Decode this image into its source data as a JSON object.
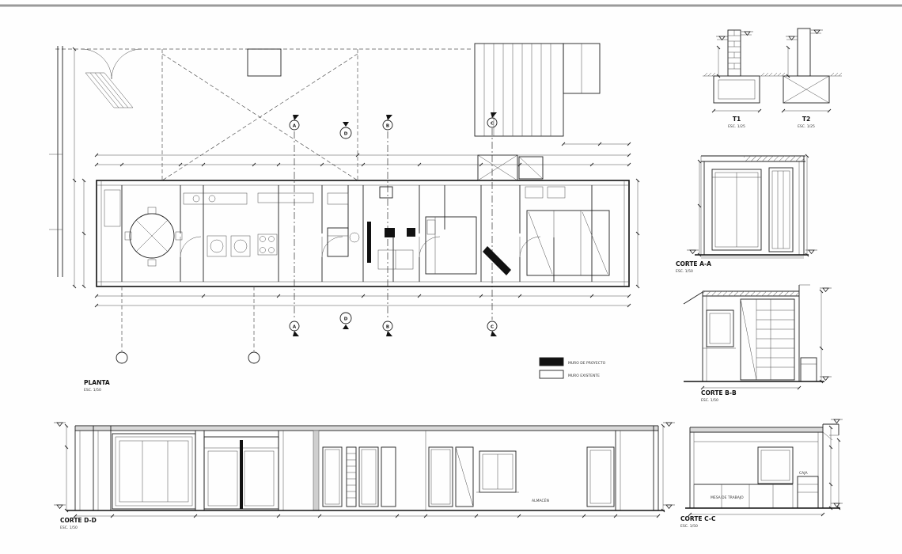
{
  "colors": {
    "paper": "#fefefe",
    "ink": "#1f1f1f",
    "gray_band": "#d9d9d9",
    "black_fill": "#111111"
  },
  "titles": {
    "plan": {
      "label": "PLANTA",
      "scale": "ESC. 1/50"
    },
    "corte_aa": {
      "label": "CORTE A-A",
      "scale": "ESC. 1/50"
    },
    "corte_bb": {
      "label": "CORTE B-B",
      "scale": "ESC. 1/50"
    },
    "corte_cc": {
      "label": "CORTE C-C",
      "scale": "ESC. 1/50"
    },
    "corte_dd": {
      "label": "CORTE D-D",
      "scale": "ESC. 1/50"
    },
    "detail_t1": {
      "label": "T1",
      "scale": "ESC. 1/25"
    },
    "detail_t2": {
      "label": "T2",
      "scale": "ESC. 1/25"
    }
  },
  "legend": {
    "items": [
      {
        "label": "MURO DE PROYECTO",
        "fill": "solid"
      },
      {
        "label": "MURO EXISTENTE",
        "fill": "none"
      }
    ]
  },
  "section_markers": {
    "a": "A",
    "b": "B",
    "c": "C",
    "d": "D"
  },
  "interior_labels": {
    "dd_room": "ALMACÉN",
    "cc_left": "MESA DE TRABAJO",
    "cc_right": "CAJA"
  }
}
